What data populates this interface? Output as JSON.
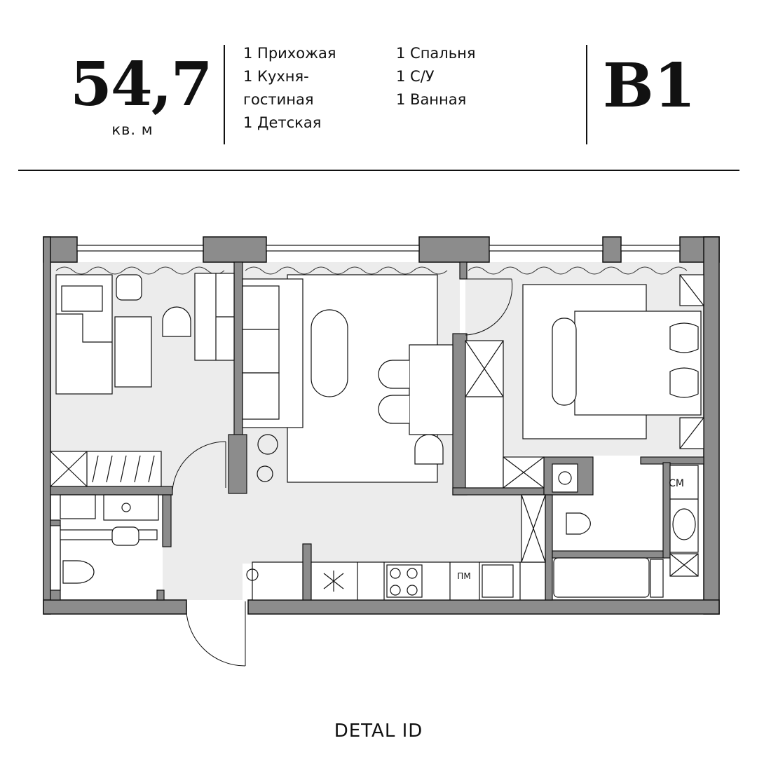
{
  "header": {
    "area_value": "54,7",
    "area_unit": "кв. м",
    "rooms_col1": [
      "1 Прихожая",
      "1 Кухня-",
      "гостиная",
      "1 Детская"
    ],
    "rooms_col2": [
      "1 Спальня",
      "1 С/У",
      "1 Ванная"
    ],
    "layout_code": "B1"
  },
  "plan": {
    "label_washer": "СМ",
    "label_dishwasher": "ПМ"
  },
  "footer": {
    "brand": "DETAL ID"
  },
  "colors": {
    "wall": "#8c8c8c",
    "floor": "#ececec",
    "line": "#111111"
  }
}
